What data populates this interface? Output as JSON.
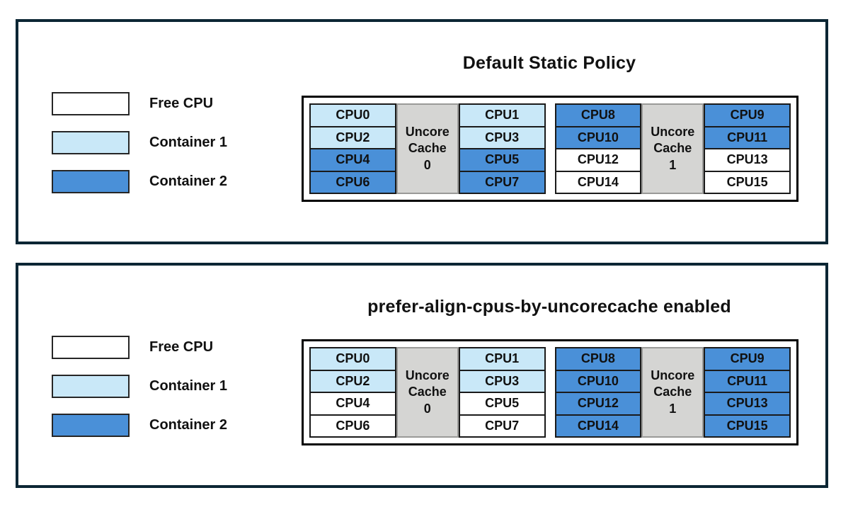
{
  "colors": {
    "panel_border": "#0c2634",
    "free_cpu": "#ffffff",
    "container_1": "#c9e8f8",
    "container_2": "#4a90d8",
    "uncore_cache_bg": "#d5d5d3"
  },
  "legend": {
    "items": [
      {
        "label": "Free CPU",
        "color_key": "free_cpu"
      },
      {
        "label": "Container 1",
        "color_key": "container_1"
      },
      {
        "label": "Container 2",
        "color_key": "container_2"
      }
    ]
  },
  "panels": [
    {
      "title": "Default Static Policy",
      "groups": [
        {
          "uncore_lines": [
            "Uncore",
            "Cache",
            "0"
          ],
          "left_cpus": [
            {
              "label": "CPU0",
              "state": "container_1"
            },
            {
              "label": "CPU2",
              "state": "container_1"
            },
            {
              "label": "CPU4",
              "state": "container_2"
            },
            {
              "label": "CPU6",
              "state": "container_2"
            }
          ],
          "right_cpus": [
            {
              "label": "CPU1",
              "state": "container_1"
            },
            {
              "label": "CPU3",
              "state": "container_1"
            },
            {
              "label": "CPU5",
              "state": "container_2"
            },
            {
              "label": "CPU7",
              "state": "container_2"
            }
          ]
        },
        {
          "uncore_lines": [
            "Uncore",
            "Cache",
            "1"
          ],
          "left_cpus": [
            {
              "label": "CPU8",
              "state": "container_2"
            },
            {
              "label": "CPU10",
              "state": "container_2"
            },
            {
              "label": "CPU12",
              "state": "free_cpu"
            },
            {
              "label": "CPU14",
              "state": "free_cpu"
            }
          ],
          "right_cpus": [
            {
              "label": "CPU9",
              "state": "container_2"
            },
            {
              "label": "CPU11",
              "state": "container_2"
            },
            {
              "label": "CPU13",
              "state": "free_cpu"
            },
            {
              "label": "CPU15",
              "state": "free_cpu"
            }
          ]
        }
      ]
    },
    {
      "title": "prefer-align-cpus-by-uncorecache enabled",
      "groups": [
        {
          "uncore_lines": [
            "Uncore",
            "Cache",
            "0"
          ],
          "left_cpus": [
            {
              "label": "CPU0",
              "state": "container_1"
            },
            {
              "label": "CPU2",
              "state": "container_1"
            },
            {
              "label": "CPU4",
              "state": "free_cpu"
            },
            {
              "label": "CPU6",
              "state": "free_cpu"
            }
          ],
          "right_cpus": [
            {
              "label": "CPU1",
              "state": "container_1"
            },
            {
              "label": "CPU3",
              "state": "container_1"
            },
            {
              "label": "CPU5",
              "state": "free_cpu"
            },
            {
              "label": "CPU7",
              "state": "free_cpu"
            }
          ]
        },
        {
          "uncore_lines": [
            "Uncore",
            "Cache",
            "1"
          ],
          "left_cpus": [
            {
              "label": "CPU8",
              "state": "container_2"
            },
            {
              "label": "CPU10",
              "state": "container_2"
            },
            {
              "label": "CPU12",
              "state": "container_2"
            },
            {
              "label": "CPU14",
              "state": "container_2"
            }
          ],
          "right_cpus": [
            {
              "label": "CPU9",
              "state": "container_2"
            },
            {
              "label": "CPU11",
              "state": "container_2"
            },
            {
              "label": "CPU13",
              "state": "container_2"
            },
            {
              "label": "CPU15",
              "state": "container_2"
            }
          ]
        }
      ]
    }
  ]
}
